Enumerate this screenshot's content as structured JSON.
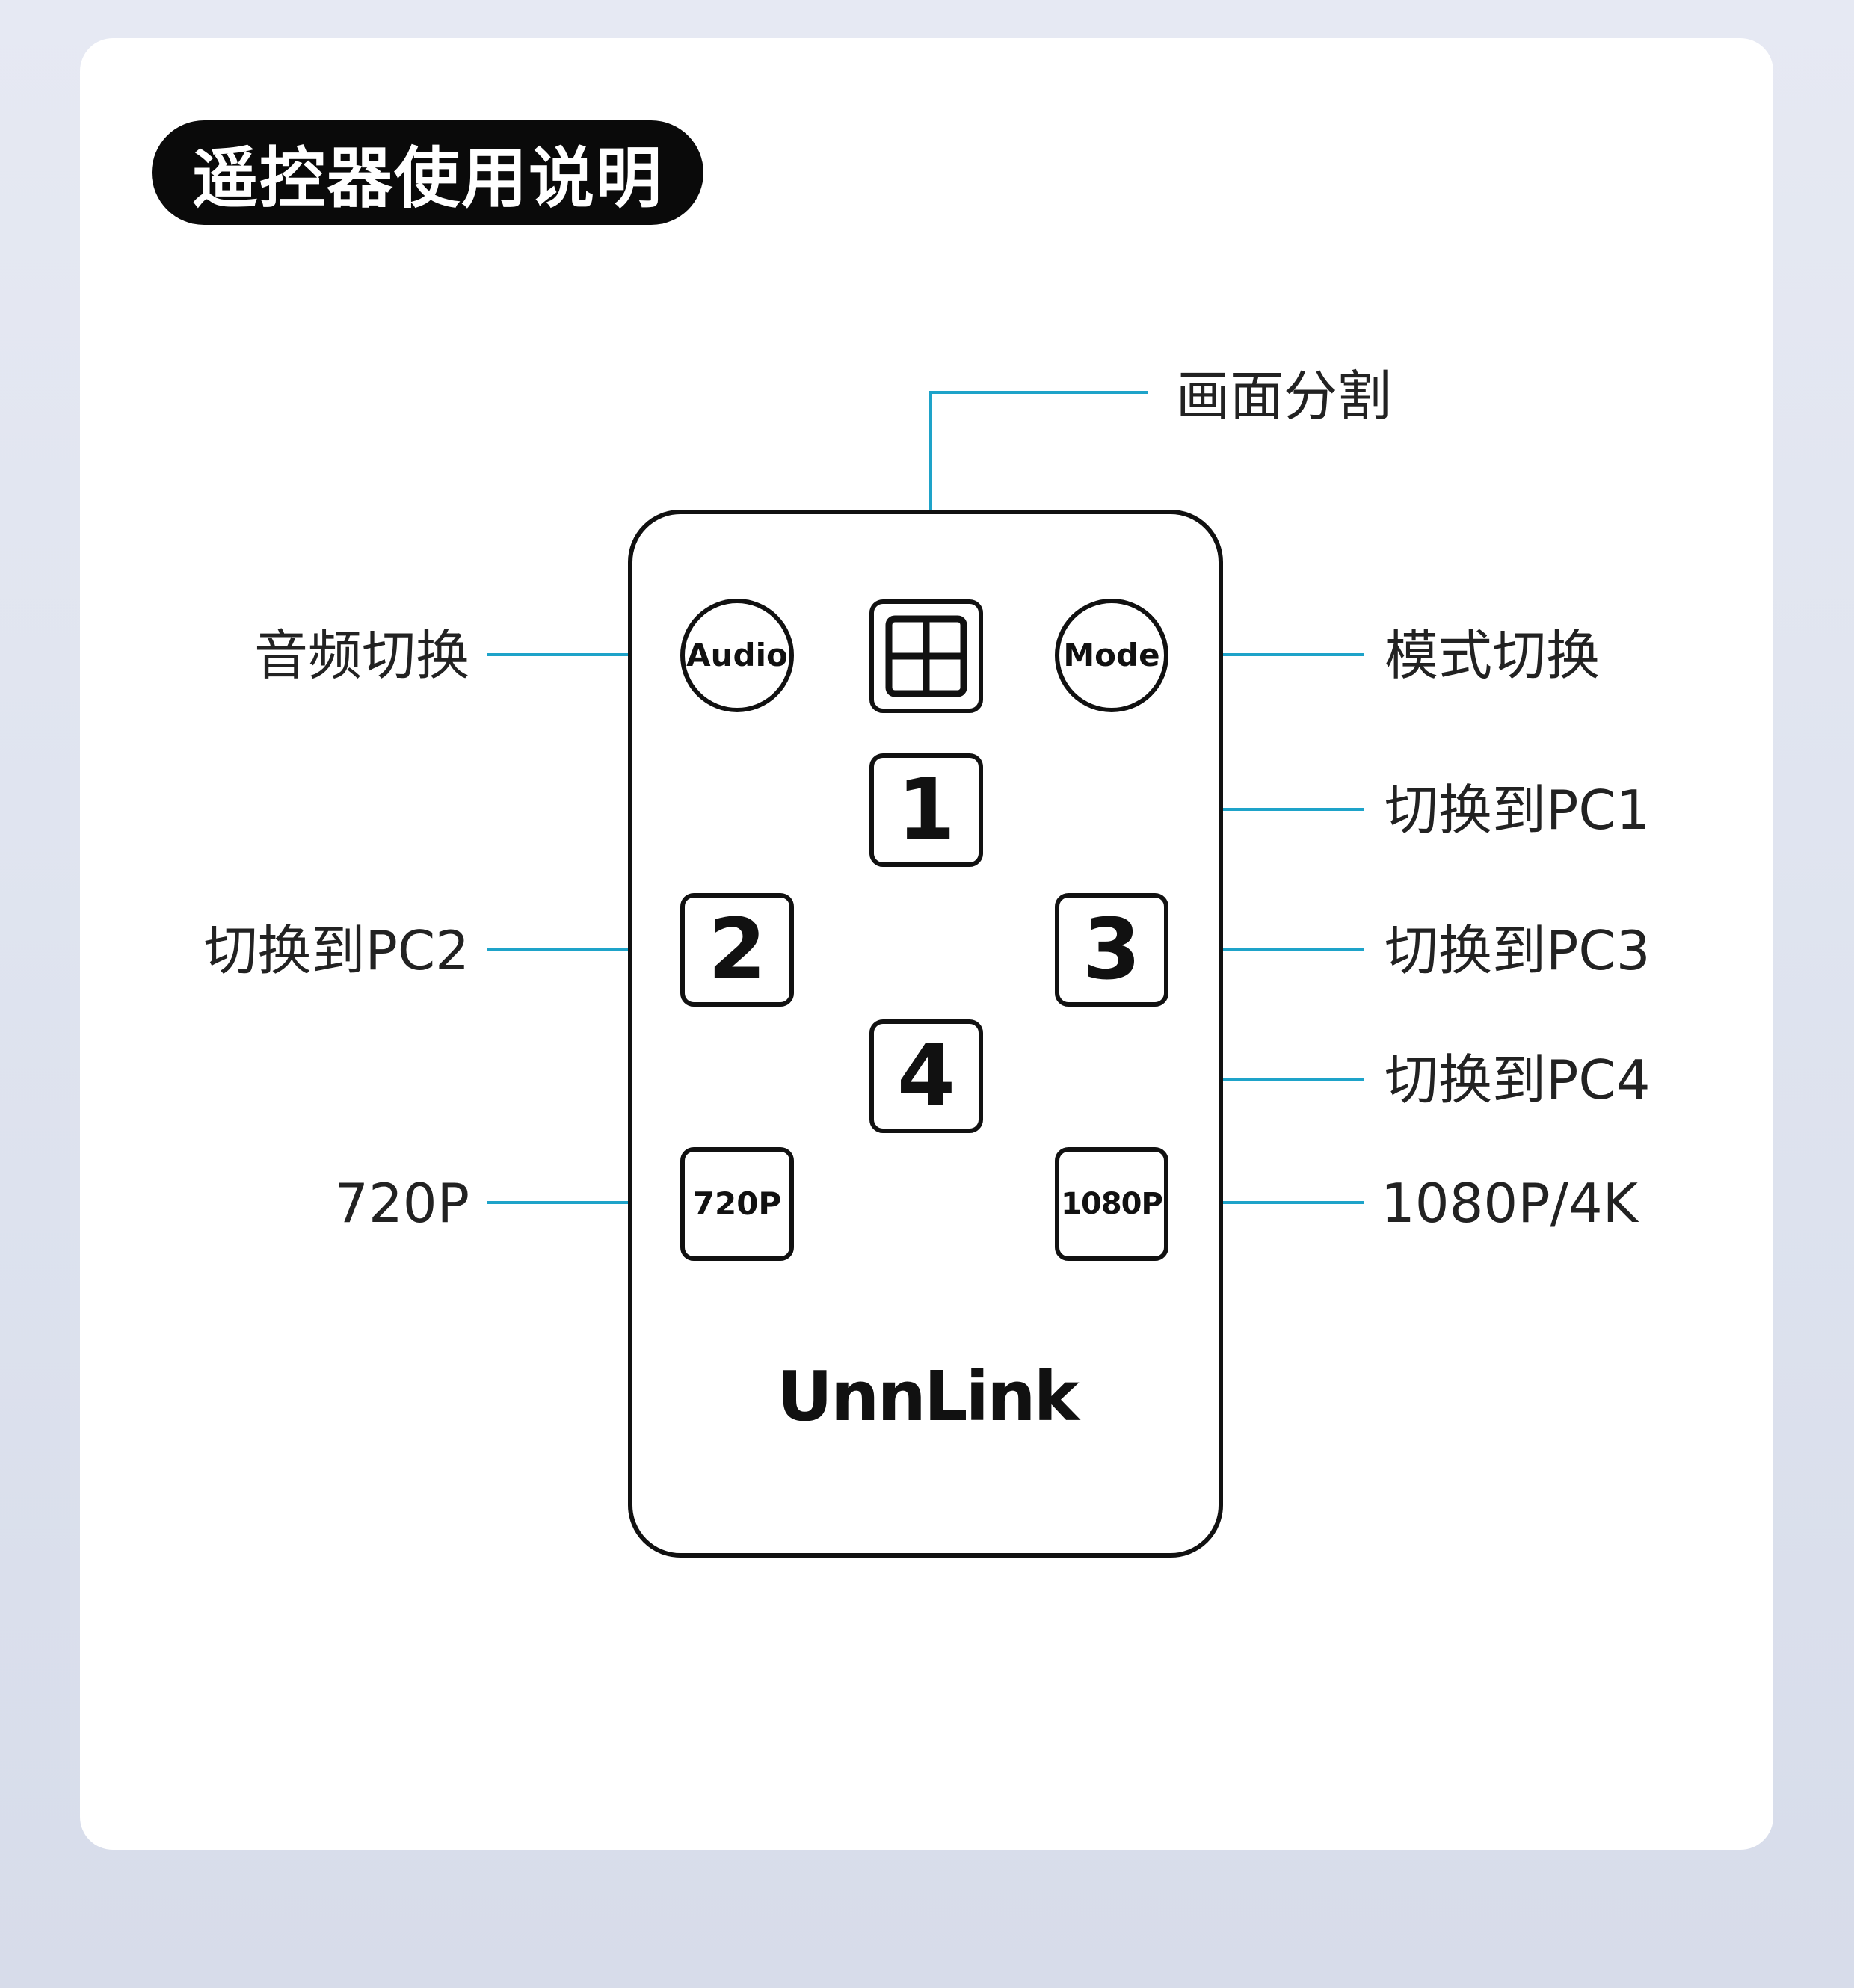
{
  "title": "遥控器使用说明",
  "brand": "UnnLink",
  "buttons": {
    "audio": "Audio",
    "mode": "Mode",
    "pc1": "1",
    "pc2": "2",
    "pc3": "3",
    "pc4": "4",
    "res720": "720P",
    "res1080": "1080P"
  },
  "callouts": {
    "split": "画面分割",
    "audio": "音频切换",
    "mode": "模式切换",
    "pc1": "切换到PC1",
    "pc2": "切换到PC2",
    "pc3": "切换到PC3",
    "pc4": "切换到PC4",
    "res720": "720P",
    "res1080": "1080P/4K"
  },
  "colors": {
    "line": "#1ea3c9",
    "pill": "#0a0a0a",
    "outline": "#111111"
  },
  "icons": {
    "split": "split-screen-icon"
  }
}
